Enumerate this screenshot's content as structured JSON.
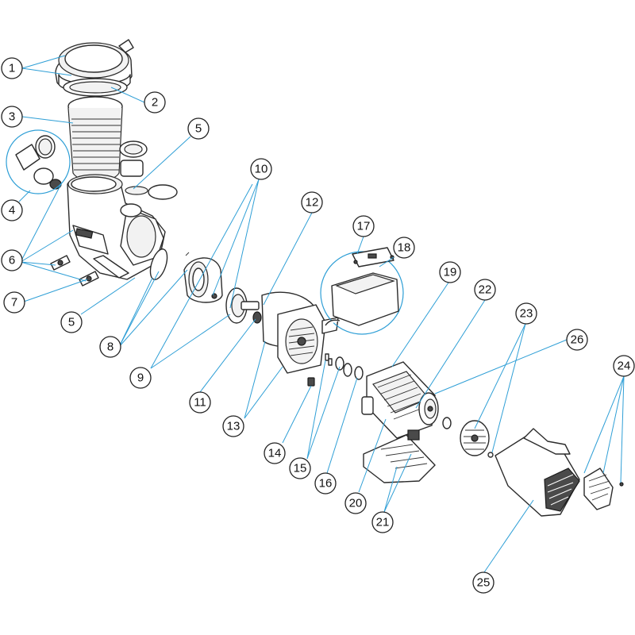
{
  "callouts": [
    {
      "id": "c1",
      "label": "1"
    },
    {
      "id": "c2",
      "label": "2"
    },
    {
      "id": "c3",
      "label": "3"
    },
    {
      "id": "c4",
      "label": "4"
    },
    {
      "id": "c5a",
      "label": "5"
    },
    {
      "id": "c5b",
      "label": "5"
    },
    {
      "id": "c6",
      "label": "6"
    },
    {
      "id": "c7",
      "label": "7"
    },
    {
      "id": "c8",
      "label": "8"
    },
    {
      "id": "c9",
      "label": "9"
    },
    {
      "id": "c10",
      "label": "10"
    },
    {
      "id": "c11",
      "label": "11"
    },
    {
      "id": "c12",
      "label": "12"
    },
    {
      "id": "c13",
      "label": "13"
    },
    {
      "id": "c14",
      "label": "14"
    },
    {
      "id": "c15",
      "label": "15"
    },
    {
      "id": "c16",
      "label": "16"
    },
    {
      "id": "c17",
      "label": "17"
    },
    {
      "id": "c18",
      "label": "18"
    },
    {
      "id": "c19",
      "label": "19"
    },
    {
      "id": "c20",
      "label": "20"
    },
    {
      "id": "c21",
      "label": "21"
    },
    {
      "id": "c22",
      "label": "22"
    },
    {
      "id": "c23",
      "label": "23"
    },
    {
      "id": "c24",
      "label": "24"
    },
    {
      "id": "c25",
      "label": "25"
    },
    {
      "id": "c26",
      "label": "26"
    }
  ],
  "colors": {
    "leader": "#2f9fd6",
    "outline": "#2b2b2b",
    "background": "#ffffff"
  }
}
